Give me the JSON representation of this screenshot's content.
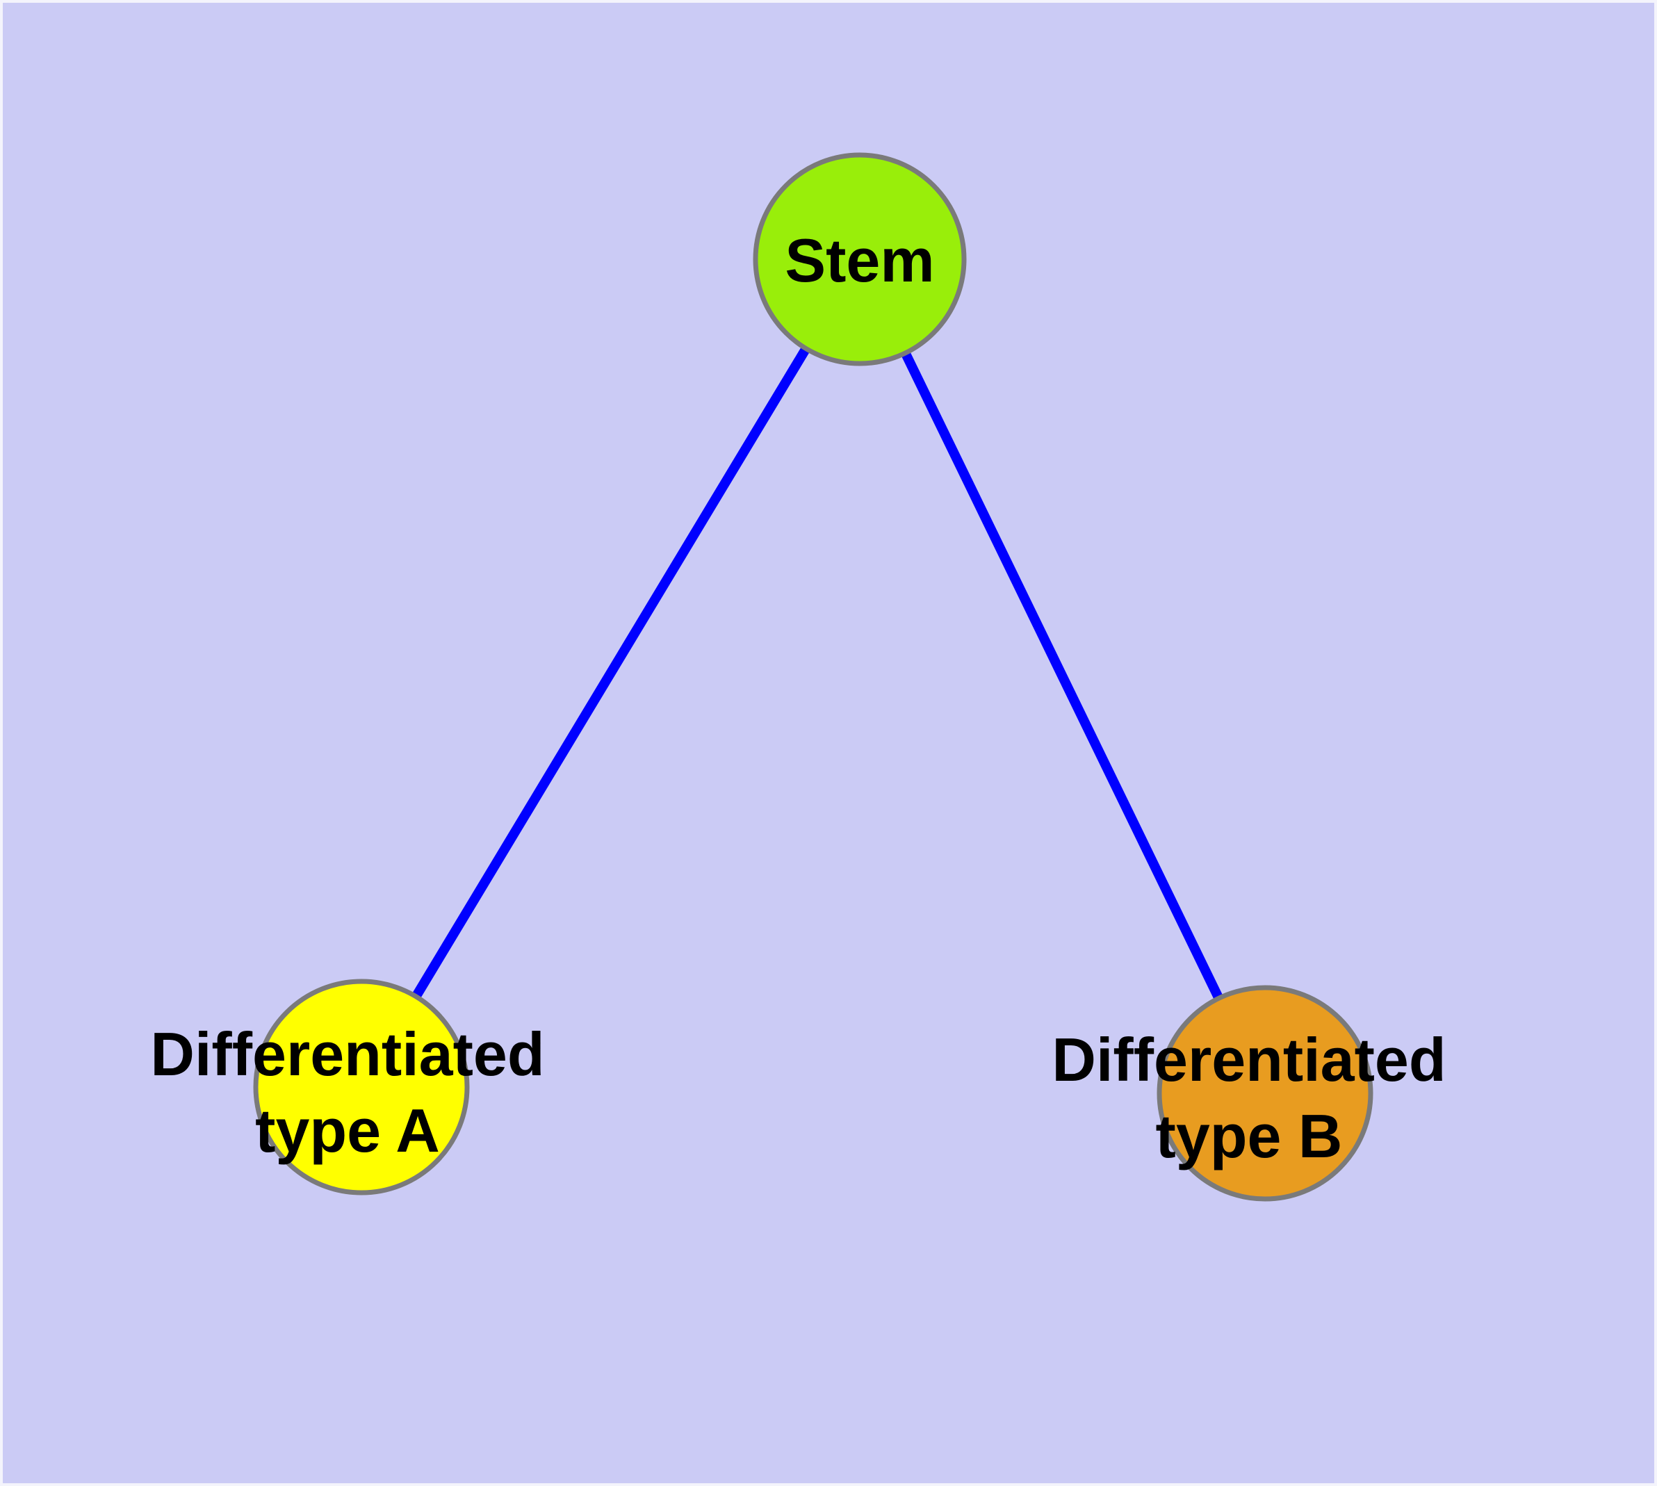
{
  "diagram": {
    "title": "stem-cell-differentiation-graph",
    "background_color": "#cbcbf5",
    "frame_color": "#f4f4fc",
    "edge_color": "#0000ff",
    "node_border_color": "#7a7a7a",
    "text_color": "#000000",
    "nodes": [
      {
        "id": "stem",
        "label": "Stem",
        "color": "#99ee0a",
        "shape": "circle"
      },
      {
        "id": "type-a",
        "label_line1": "Differentiated",
        "label_line2": "type A",
        "color": "#ffff00",
        "shape": "circle"
      },
      {
        "id": "type-b",
        "label_line1": "Differentiated",
        "label_line2": "type B",
        "color": "#e89c20",
        "shape": "circle"
      }
    ],
    "edges": [
      {
        "from": "Stem",
        "to": "Differentiated type A"
      },
      {
        "from": "Stem",
        "to": "Differentiated type B"
      }
    ]
  }
}
